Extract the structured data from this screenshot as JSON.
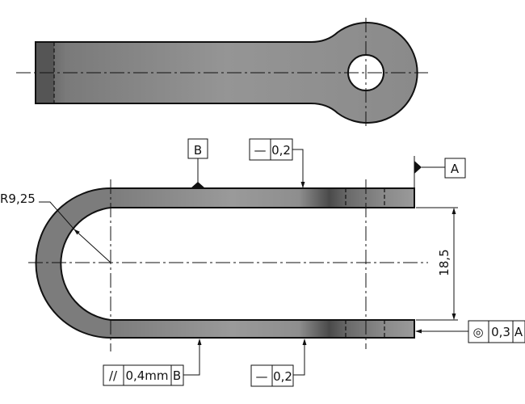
{
  "colors": {
    "part": "#8a8a8a",
    "part_dark": "#555555",
    "outline": "#111111"
  },
  "annotations": {
    "datum_b": "B",
    "datum_a": "A",
    "flatness_top": {
      "symbol": "—",
      "value": "0,2"
    },
    "flatness_bottom": {
      "symbol": "—",
      "value": "0,2"
    },
    "parallelism": {
      "symbol": "//",
      "value": "0,4mm",
      "datum": "B"
    },
    "concentricity": {
      "symbol": "◎",
      "value": "0,3",
      "datum": "A"
    },
    "radius": "R9,25",
    "dimension": "18,5"
  }
}
